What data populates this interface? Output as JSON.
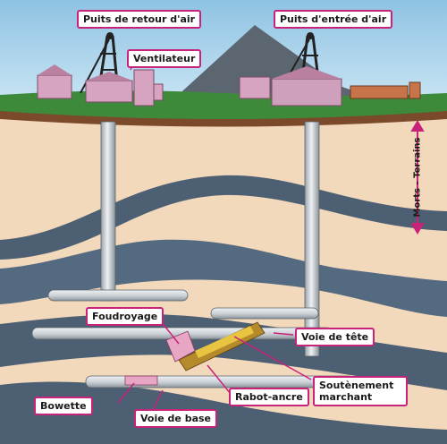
{
  "labels": {
    "puits_retour": "Puits de retour d'air",
    "puits_entree": "Puits d'entrée d'air",
    "ventilateur": "Ventilateur",
    "morts_terrains": "Morts - Terrains",
    "foudroyage": "Foudroyage",
    "voie_de_tete": "Voie de tête",
    "soutenement_marchant": "Soutènement marchant",
    "rabot_ancre": "Rabot-ancre",
    "bowette": "Bowette",
    "voie_de_base": "Voie de base"
  },
  "colors": {
    "accent": "#c8237a",
    "sky": "#a9d2ea",
    "ground": "#f3d9bb",
    "grass": "#3d8a3a",
    "seam": "#4d5f73",
    "pipe": "#e3e7ea"
  }
}
